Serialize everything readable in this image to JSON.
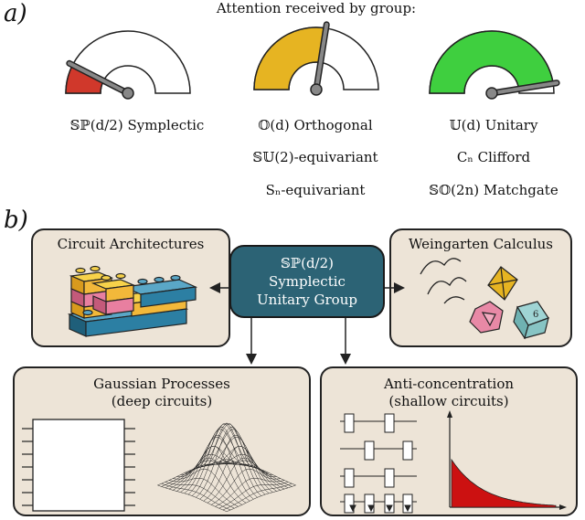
{
  "panel_a": {
    "label": "a)",
    "title": "Attention received by group:",
    "gauges": [
      {
        "level": 0.15,
        "color": "#d0382b",
        "labels": [
          "𝕊ℙ(d/2) Symplectic"
        ]
      },
      {
        "level": 0.55,
        "color": "#e6b422",
        "labels": [
          "𝕆(d) Orthogonal",
          "𝕊𝕌(2)-equivariant",
          "Sₙ-equivariant"
        ]
      },
      {
        "level": 0.95,
        "color": "#3fcf3f",
        "labels": [
          "𝕌(d) Unitary",
          "Cₙ Clifford",
          "𝕊𝕆(2n) Matchgate"
        ]
      }
    ]
  },
  "panel_b": {
    "label": "b)",
    "center": {
      "lines": [
        "𝕊ℙ(d/2)",
        "Symplectic",
        "Unitary Group"
      ]
    },
    "circuit_arch": {
      "title": "Circuit Architectures"
    },
    "weingarten": {
      "title": "Weingarten Calculus",
      "die_label": "6"
    },
    "gaussian": {
      "title_line1": "Gaussian Processes",
      "title_line2": "(deep circuits)"
    },
    "anticonc": {
      "title_line1": "Anti-concentration",
      "title_line2": "(shallow circuits)"
    }
  },
  "colors": {
    "box_bg": "#ede4d7",
    "center_bg": "#2c6375",
    "brick_yellow": "#f2b83a",
    "brick_pink": "#e87fa0",
    "brick_blue": "#2c7fa3",
    "curve_red": "#cc1111"
  }
}
